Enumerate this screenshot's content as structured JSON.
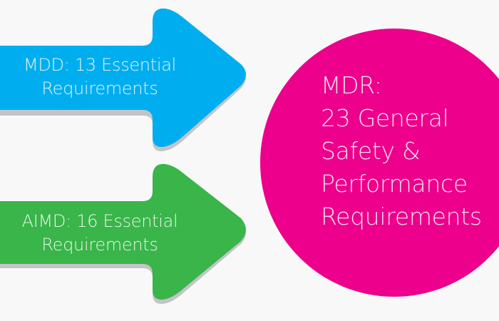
{
  "colors": {
    "background": "#f8f8f8",
    "mdd_arrow": "#00aeef",
    "aimd_arrow": "#39b54a",
    "mdr_circle": "#ec008c",
    "shadow": "#c4c4c8",
    "text_on_blue": "#dff4fd",
    "text_on_green": "#e4f6e6",
    "text_on_pink": "#fbdcee"
  },
  "mdd_arrow": {
    "line1": "MDD: 13 Essential",
    "line2": "Requirements"
  },
  "aimd_arrow": {
    "line1": "AIMD: 16 Essential",
    "line2": "Requirements"
  },
  "mdr_circle": {
    "line1": "MDR:",
    "line2": "23 General",
    "line3": "Safety &",
    "line4": "Performance",
    "line5": "Requirements"
  }
}
